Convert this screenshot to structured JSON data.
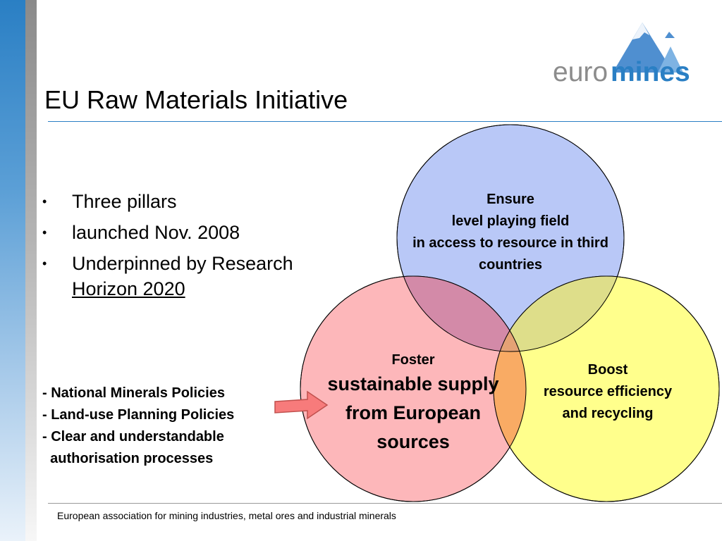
{
  "slide": {
    "title": "EU Raw Materials Initiative",
    "logo": {
      "text_light": "euro",
      "text_bold": "mines",
      "icon": "mountain-logo-icon"
    },
    "bullets": [
      {
        "text": "Three pillars"
      },
      {
        "text": "launched Nov. 2008"
      },
      {
        "text": "Underpinned by Research",
        "sub": "Horizon 2020"
      }
    ],
    "bullet_glyph": "•",
    "policies": "- National Minerals Policies\n- Land-use Planning Policies\n- Clear and understandable\n  authorisation processes",
    "footer": "European association for mining industries, metal ores and industrial minerals"
  },
  "diagram": {
    "pillars": [
      {
        "id": "top",
        "lines": [
          "Ensure",
          "level playing field",
          "in access to resource in third",
          "countries"
        ],
        "fill": "#b9c8f7"
      },
      {
        "id": "left",
        "heading": "Foster",
        "lines": [
          "sustainable supply",
          "from European",
          "sources"
        ],
        "fill": "#fdb1b4"
      },
      {
        "id": "right",
        "lines": [
          "Boost",
          "resource efficiency",
          "and recycling"
        ],
        "fill": "#ffff80"
      }
    ],
    "arrow_fill": "#f77b7b",
    "colors": {
      "accent": "#2a7fc4",
      "logo_gray": "#8c8c8c",
      "logo_blue": "#2a7fc4"
    }
  }
}
